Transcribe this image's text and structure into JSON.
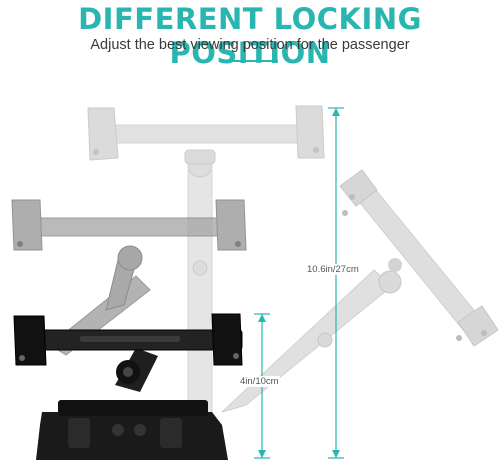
{
  "header": {
    "title": "DIFFERENT LOCKING POSITION",
    "subtitle": "Adjust the best viewing position for the passenger"
  },
  "dimensions": {
    "tall": "10.6in/27cm",
    "short": "4in/10cm"
  },
  "colors": {
    "accent": "#29b5b0",
    "ghost": "#b9b9b9",
    "ghost_dark": "#9c9c9c",
    "product": "#1b1b1b"
  }
}
